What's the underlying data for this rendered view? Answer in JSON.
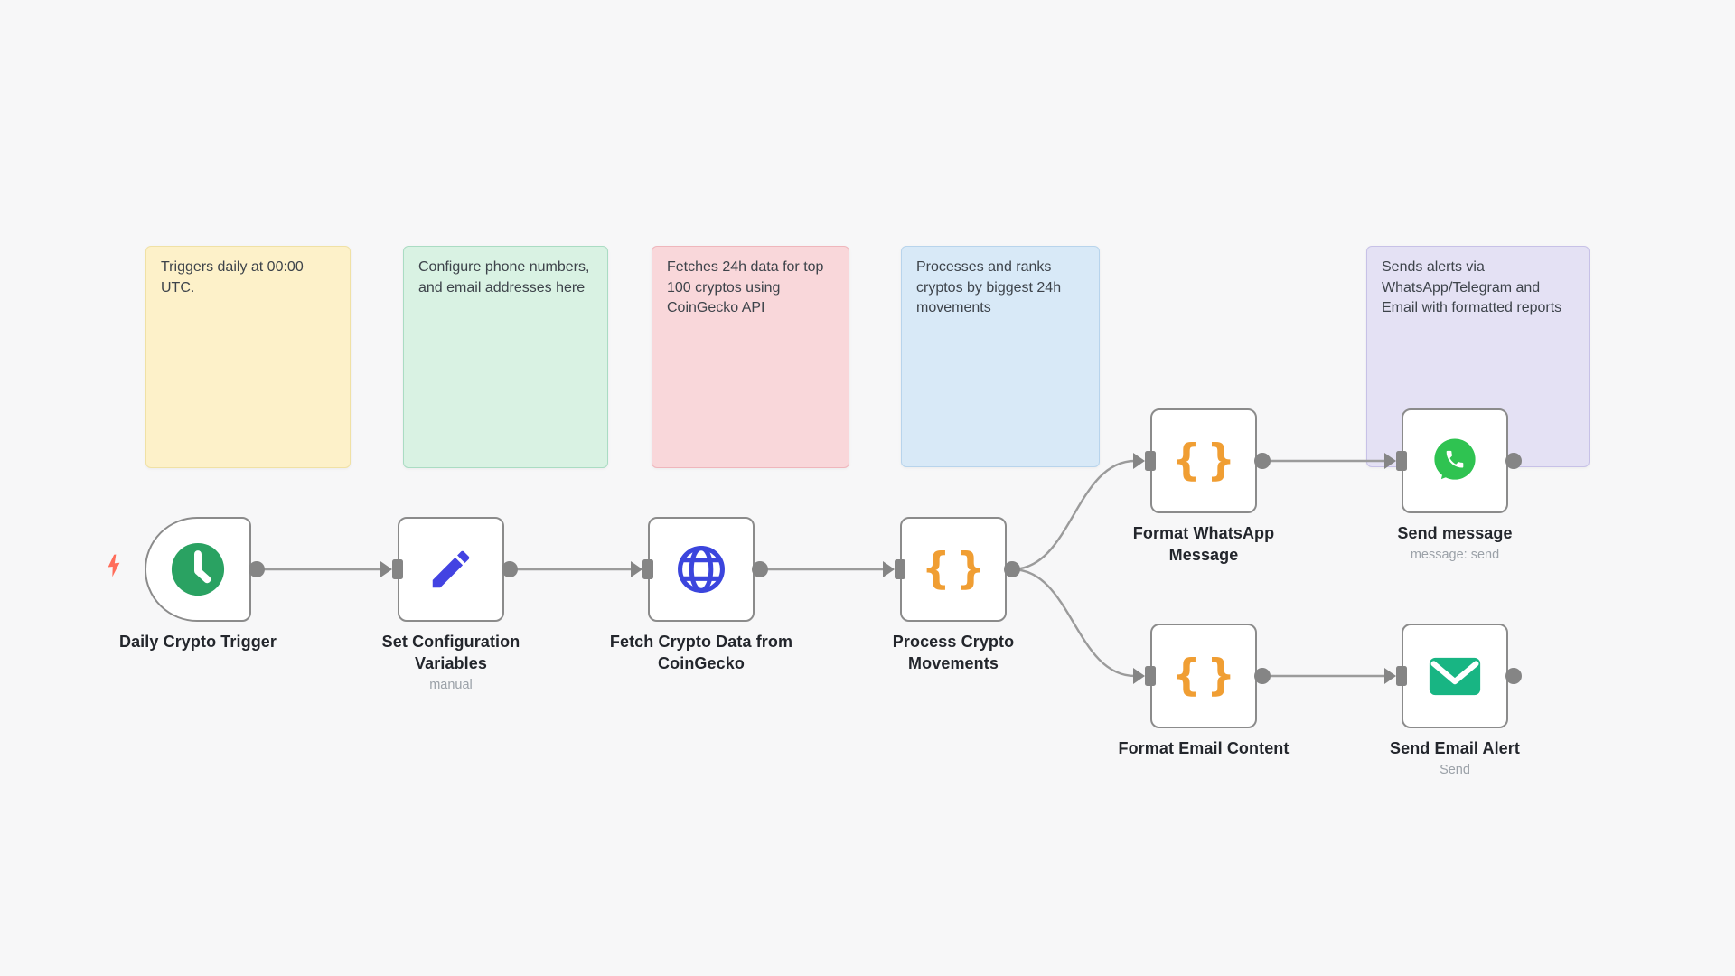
{
  "canvas": {
    "background_color": "#f7f7f8"
  },
  "colors": {
    "wire": "#9b9b9b",
    "port": "#858585",
    "node_border": "#8b8b8b",
    "node_background": "#ffffff",
    "title_text": "#23262c",
    "subtitle_text": "#9ba1a8",
    "note_text": "#3d434a",
    "trigger_pin": "#ff6d5a",
    "clock_green": "#2aa262",
    "pencil_blue": "#4343e2",
    "globe_blue": "#3b45dd",
    "braces_orange": "#f09e33",
    "whatsapp_green": "#2fc351",
    "envelope_green": "#18b583"
  },
  "trigger_pin": {
    "icon": "lightning-bolt-icon",
    "color": "#ff6d5a"
  },
  "sticky_notes": [
    {
      "text": "Triggers daily at 00:00 UTC.",
      "background": "#fdf1c9",
      "border": "#f0e1a5"
    },
    {
      "text": "Configure phone numbers, and email addresses here",
      "background": "#d9f2e3",
      "border": "#aadcc3"
    },
    {
      "text": "Fetches 24h data for top 100 cryptos using CoinGecko API",
      "background": "#f9d7da",
      "border": "#efb6bc"
    },
    {
      "text": "Processes and ranks cryptos by biggest 24h movements",
      "background": "#d8e9f7",
      "border": "#b8d4ec"
    },
    {
      "text": "Sends alerts via WhatsApp/Telegram and Email with formatted reports",
      "background": "#e4e1f4",
      "border": "#c7c1e7"
    }
  ],
  "nodes": [
    {
      "title": "Daily Crypto Trigger",
      "subtitle": "",
      "icon": "clock-icon"
    },
    {
      "title": "Set Configuration\nVariables",
      "subtitle": "manual",
      "icon": "pencil-icon"
    },
    {
      "title": "Fetch Crypto Data from\nCoinGecko",
      "subtitle": "",
      "icon": "globe-icon"
    },
    {
      "title": "Process Crypto\nMovements",
      "subtitle": "",
      "icon": "code-braces-icon",
      "icon_glyph": "{}"
    },
    {
      "title": "Format WhatsApp\nMessage",
      "subtitle": "",
      "icon": "code-braces-icon",
      "icon_glyph": "{}"
    },
    {
      "title": "Send message",
      "subtitle": "message: send",
      "icon": "whatsapp-icon"
    },
    {
      "title": "Format Email Content",
      "subtitle": "",
      "icon": "code-braces-icon",
      "icon_glyph": "{}"
    },
    {
      "title": "Send Email Alert",
      "subtitle": "Send",
      "icon": "envelope-icon"
    }
  ],
  "connections": [
    {
      "from": "Daily Crypto Trigger",
      "to": "Set Configuration Variables"
    },
    {
      "from": "Set Configuration Variables",
      "to": "Fetch Crypto Data from CoinGecko"
    },
    {
      "from": "Fetch Crypto Data from CoinGecko",
      "to": "Process Crypto Movements"
    },
    {
      "from": "Process Crypto Movements",
      "to": "Format WhatsApp Message"
    },
    {
      "from": "Process Crypto Movements",
      "to": "Format Email Content"
    },
    {
      "from": "Format WhatsApp Message",
      "to": "Send message"
    },
    {
      "from": "Format Email Content",
      "to": "Send Email Alert"
    }
  ]
}
